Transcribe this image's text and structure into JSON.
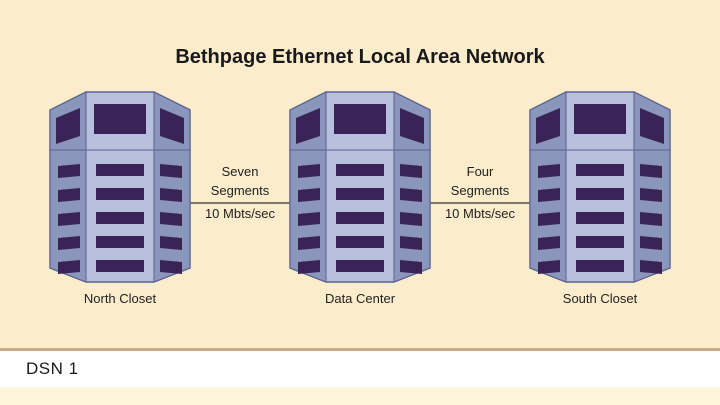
{
  "title": "Bethpage Ethernet Local Area Network",
  "nodes": [
    {
      "id": "north",
      "label": "North Closet"
    },
    {
      "id": "center",
      "label": "Data Center"
    },
    {
      "id": "south",
      "label": "South Closet"
    }
  ],
  "links": [
    {
      "from": "north",
      "to": "center",
      "line1": "Seven",
      "line2": "Segments",
      "line3": "10 Mbts/sec"
    },
    {
      "from": "center",
      "to": "south",
      "line1": "Four",
      "line2": "Segments",
      "line3": "10 Mbts/sec"
    }
  ],
  "footer": {
    "label": "DSN 1"
  },
  "colors": {
    "panel": "#fbeccb",
    "server_body": "#b7c1dd",
    "server_edge": "#8b96bd",
    "server_outline": "#5a6290",
    "slot": "#3a2356"
  }
}
